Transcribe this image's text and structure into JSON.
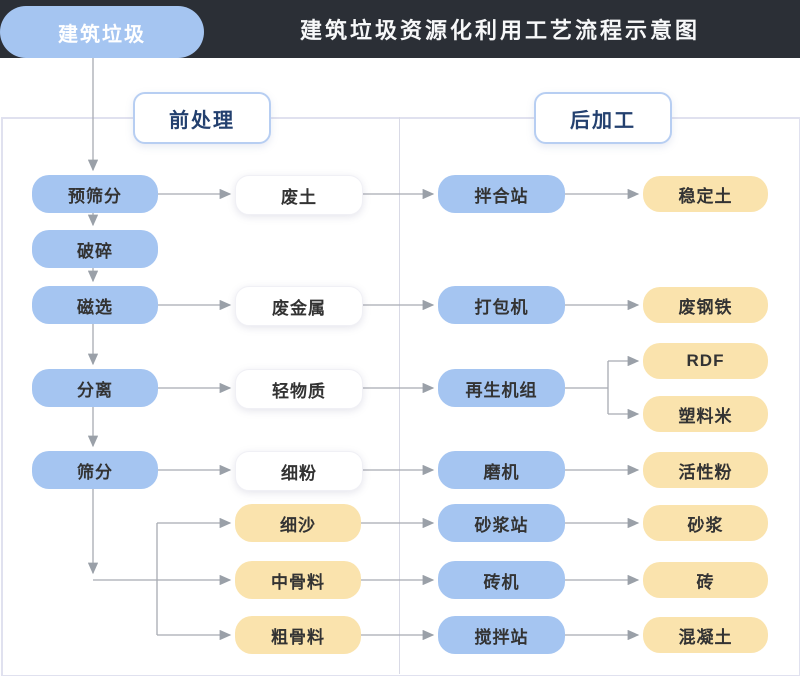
{
  "header": {
    "tab": "建筑垃圾",
    "title": "建筑垃圾资源化利用工艺流程示意图"
  },
  "sections": {
    "pre": "前处理",
    "post": "后加工"
  },
  "flow": {
    "source": "建筑垃圾",
    "process": [
      "预筛分",
      "破碎",
      "磁选",
      "分离",
      "筛分"
    ],
    "intermediate": [
      "废土",
      "废金属",
      "轻物质",
      "细粉",
      "细沙",
      "中骨料",
      "粗骨料"
    ],
    "equipment": [
      "拌合站",
      "打包机",
      "再生机组",
      "磨机",
      "砂浆站",
      "砖机",
      "搅拌站"
    ],
    "product": [
      "稳定土",
      "废钢铁",
      "RDF",
      "塑料米",
      "活性粉",
      "砂浆",
      "砖",
      "混凝土"
    ]
  },
  "edges": [
    {
      "from": "建筑垃圾",
      "to": "预筛分"
    },
    {
      "from": "预筛分",
      "to": "废土"
    },
    {
      "from": "预筛分",
      "to": "破碎"
    },
    {
      "from": "破碎",
      "to": "磁选"
    },
    {
      "from": "磁选",
      "to": "废金属"
    },
    {
      "from": "磁选",
      "to": "分离"
    },
    {
      "from": "分离",
      "to": "轻物质"
    },
    {
      "from": "分离",
      "to": "筛分"
    },
    {
      "from": "筛分",
      "to": "细粉"
    },
    {
      "from": "筛分",
      "to": "细沙"
    },
    {
      "from": "筛分",
      "to": "中骨料"
    },
    {
      "from": "筛分",
      "to": "粗骨料"
    },
    {
      "from": "废土",
      "to": "拌合站"
    },
    {
      "from": "废金属",
      "to": "打包机"
    },
    {
      "from": "轻物质",
      "to": "再生机组"
    },
    {
      "from": "细粉",
      "to": "磨机"
    },
    {
      "from": "细沙",
      "to": "砂浆站"
    },
    {
      "from": "中骨料",
      "to": "砖机"
    },
    {
      "from": "粗骨料",
      "to": "搅拌站"
    },
    {
      "from": "拌合站",
      "to": "稳定土"
    },
    {
      "from": "打包机",
      "to": "废钢铁"
    },
    {
      "from": "再生机组",
      "to": "RDF"
    },
    {
      "from": "再生机组",
      "to": "塑料米"
    },
    {
      "from": "磨机",
      "to": "活性粉"
    },
    {
      "from": "砂浆站",
      "to": "砂浆"
    },
    {
      "from": "砖机",
      "to": "砖"
    },
    {
      "from": "搅拌站",
      "to": "混凝土"
    }
  ],
  "colors": {
    "topbar": "#2b2f36",
    "title_text": "#f7f8f9",
    "node_blue": "#a5c5f1",
    "node_yellow": "#fae3ad",
    "section_text": "#23406f",
    "connector": "#9aa0a8"
  }
}
